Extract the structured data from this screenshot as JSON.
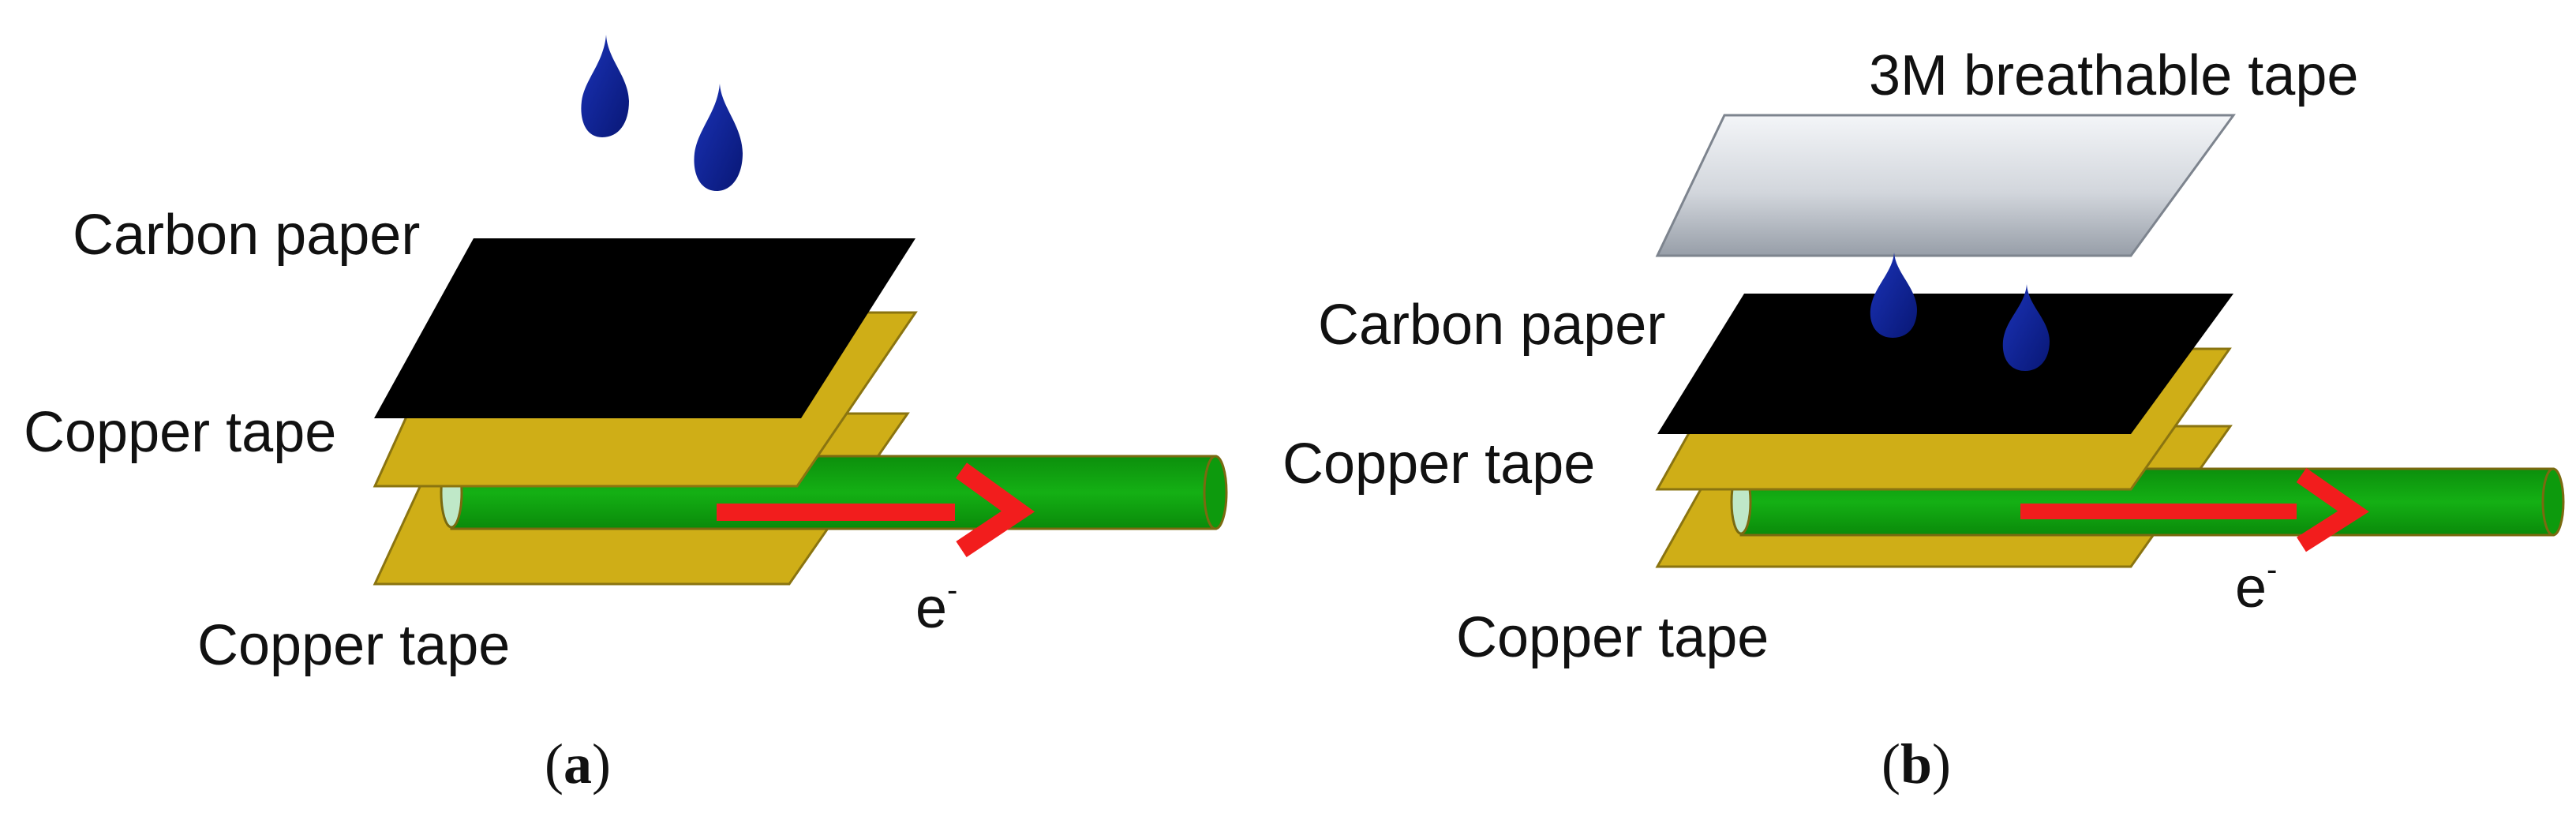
{
  "panel_a": {
    "label_carbon": "Carbon paper",
    "label_copper_top": "Copper tape",
    "label_copper_bottom": "Copper tape",
    "electron_base": "e",
    "electron_sup": "-",
    "caption_open": "(",
    "caption_letter": "a",
    "caption_close": ")"
  },
  "panel_b": {
    "label_tape": "3M breathable tape",
    "label_carbon": "Carbon paper",
    "label_copper_top": "Copper tape",
    "label_copper_bottom": "Copper tape",
    "electron_base": "e",
    "electron_sup": "-",
    "caption_open": "(",
    "caption_letter": "b",
    "caption_close": ")"
  },
  "colors": {
    "carbon": "#000000",
    "copper": "#cfae17",
    "copper_edge": "#8a7410",
    "wire": "#12a812",
    "arrow": "#f21d1d",
    "droplet": "#0a1f9e",
    "tape_light": "#f2f4f7",
    "tape_dark": "#9ba1ab"
  }
}
